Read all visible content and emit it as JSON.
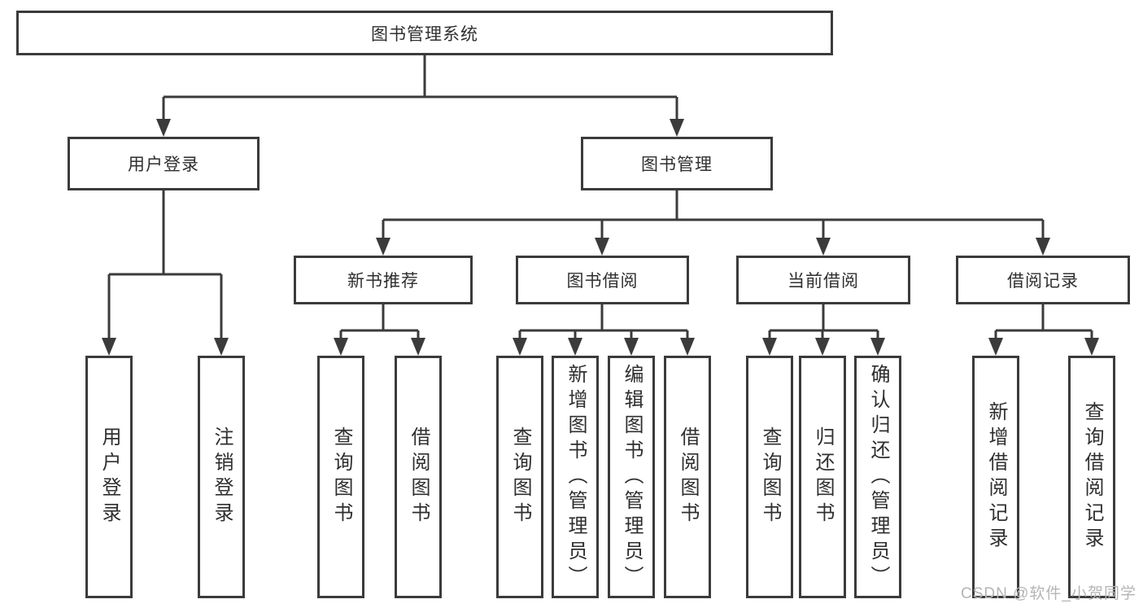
{
  "diagram_type": "hierarchy-tree",
  "colors": {
    "background": "#ffffff",
    "line": "#3b3b3b",
    "box_border": "#3b3b3b",
    "box_fill": "#ffffff",
    "text": "#2f2f2f",
    "watermark": "#b5b5b5"
  },
  "watermark": {
    "text": "CSDN @软件_小贺同学"
  },
  "tree": {
    "root": {
      "label": "图书管理系统",
      "children": [
        {
          "label": "用户登录",
          "children": [
            {
              "label": "用户登录"
            },
            {
              "label": "注销登录"
            }
          ]
        },
        {
          "label": "图书管理",
          "children": [
            {
              "label": "新书推荐",
              "children": [
                {
                  "label": "查询图书"
                },
                {
                  "label": "借阅图书"
                }
              ]
            },
            {
              "label": "图书借阅",
              "children": [
                {
                  "label": "查询图书"
                },
                {
                  "label": "新增图书（管理员）"
                },
                {
                  "label": "编辑图书（管理员）"
                },
                {
                  "label": "借阅图书"
                }
              ]
            },
            {
              "label": "当前借阅",
              "children": [
                {
                  "label": "查询图书"
                },
                {
                  "label": "归还图书"
                },
                {
                  "label": "确认归还（管理员）"
                }
              ]
            },
            {
              "label": "借阅记录",
              "children": [
                {
                  "label": "新增借阅记录"
                },
                {
                  "label": "查询借阅记录"
                }
              ]
            }
          ]
        }
      ]
    }
  }
}
